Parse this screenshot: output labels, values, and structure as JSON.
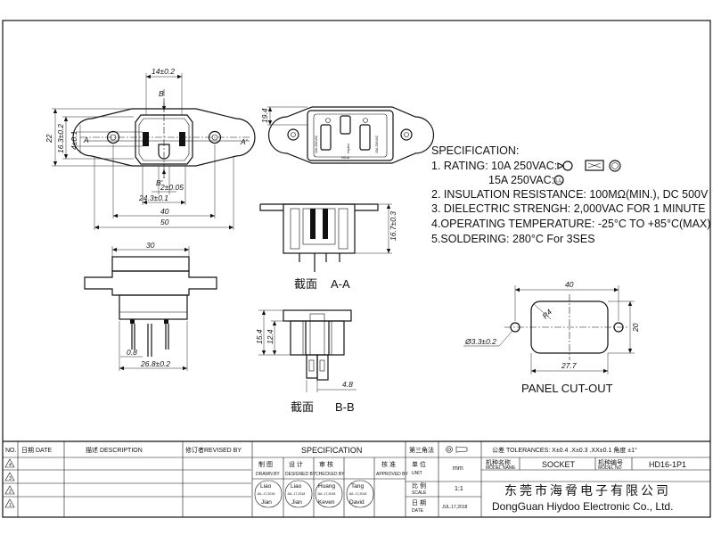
{
  "drawing": {
    "dims": {
      "top_width": "14±0.2",
      "height_22": "22",
      "height_16": "16.3±0.2",
      "height_4": "4±0.1",
      "width_2": "2±0.05",
      "width_24": "24.3±0.1",
      "width_40": "40",
      "width_50": "50",
      "side_19": "19.4",
      "side_height": "16.7±0.3",
      "bottom_30": "30",
      "pin_08": "0.8",
      "width_26": "26.8±0.2",
      "section_b_15": "15.4",
      "section_b_12": "12.4",
      "section_b_48": "4.8",
      "cut_40": "40",
      "cut_20": "20",
      "cut_r4": "R4",
      "cut_hole": "Ø3.3±0.2",
      "cut_27": "27.7"
    },
    "labels": {
      "b": "B",
      "b_prime": "B'",
      "a": "A",
      "a_prime": "A'",
      "section_aa_cn": "截面",
      "section_aa": "A-A",
      "section_bb_cn": "截面",
      "section_bb": "B-B",
      "panel_cutout": "PANEL CUT-OUT"
    },
    "face_text": {
      "rating1": "10A 250VAC",
      "rating2": "15A 250VAC",
      "brand": "Hiydoo",
      "model": "HD16"
    }
  },
  "specification": {
    "heading": "SPECIFICATION:",
    "line1": "1. RATING: 10A 250VAC:",
    "line2": "15A 250VAC:",
    "line3": "2. INSULATION RESISTANCE: 100MΩ(MIN.), DC 500V",
    "line4": "3. DIELECTRIC STRENGH: 2,000VAC FOR 1 MINUTE",
    "line5": "4.OPERATING TEMPERATURE: -25°C TO +85°C(MAX)",
    "line6": "5.SOLDERING: 280°C For 3SES"
  },
  "title_block": {
    "col_no": "NO.",
    "col_date": "日期 DATE",
    "col_desc": "描述 DESCRIPTION",
    "col_revised": "修订者REVISED BY",
    "specification": "SPECIFICATION",
    "projection": "第三角法",
    "tolerances": "公差 TOLERANCES: X±0.4  .X±0.3 .XX±0.1 角度 ±1°",
    "rev_rows": [
      "4",
      "3",
      "2",
      "1"
    ],
    "roles": [
      {
        "cn": "制 图",
        "en": "DRAWN BY",
        "name1": "Liao",
        "date": "JUL.17,2018",
        "name2": "Jian"
      },
      {
        "cn": "设 计",
        "en": "DESIGNED BY",
        "name1": "Liao",
        "date": "JUL.17,2018",
        "name2": "Jian"
      },
      {
        "cn": "审 核",
        "en": "CHECKED BY",
        "name1": "Huang",
        "date": "JUL.17,2018",
        "name2": "Keven"
      },
      {
        "cn": "核 准",
        "en": "APPROVED BY",
        "name1": "Tang",
        "date": "JUL.17,2018",
        "name2": "David"
      }
    ],
    "unit_cn": "单 位",
    "unit_en": "UNIT",
    "unit_value": "mm",
    "scale_cn": "比 例",
    "scale_en": "SCALE",
    "scale_value": "1:1",
    "date_cn": "日 期",
    "date_en": "DATE",
    "date_value": "JUL.17,2018",
    "model_name_cn": "机种名称",
    "model_name_en": "MODEL NAME",
    "model_name_value": "SOCKET",
    "model_no_cn": "机种编号",
    "model_no_en": "MODEL NO",
    "model_no_value": "HD16-1P1",
    "company_cn": "东莞市海脋电子有限公司",
    "company_en": "DongGuan Hiydoo Electronic  Co., Ltd."
  }
}
